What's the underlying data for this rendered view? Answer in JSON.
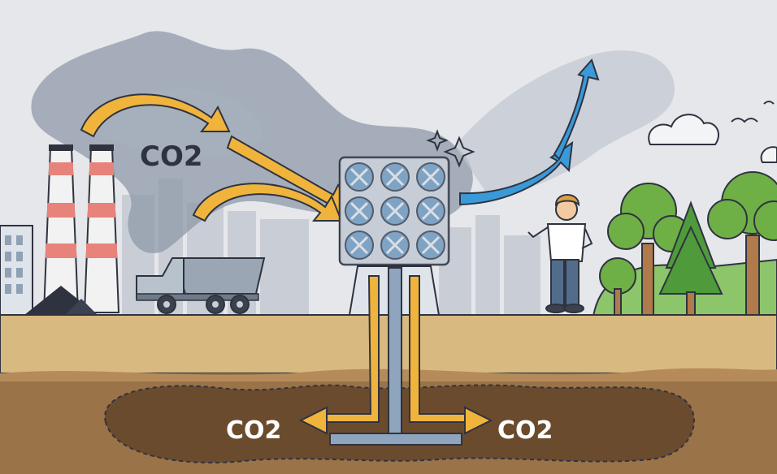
{
  "labels": {
    "co2_air": "CO2",
    "co2_left": "CO2",
    "co2_right": "CO2"
  },
  "colors": {
    "sky": "#e6e7ea",
    "ground": "#d8b97f",
    "soil": "#9a7348",
    "storage": "#6b4b2e",
    "smoke": "#8e99a8",
    "arrow_orange": "#f0b43c",
    "arrow_blue": "#3a9ad9",
    "tree_green": "#6fb046",
    "outline": "#2f3340"
  },
  "icons": {
    "factory": "factory-icon",
    "truck": "dump-truck-icon",
    "capture_unit": "fan-array-icon",
    "person": "person-icon",
    "trees": "tree-icon",
    "clouds": "cloud-icon",
    "birds": "bird-icon",
    "sparkles": "sparkle-icon"
  }
}
